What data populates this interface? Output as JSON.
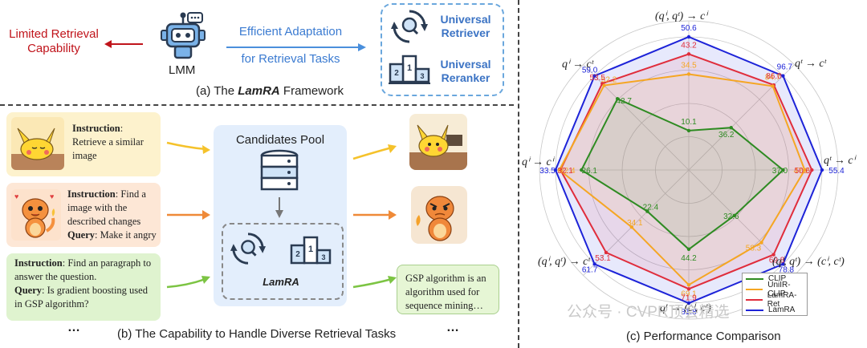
{
  "framework": {
    "limited_retrieval": "Limited Retrieval Capability",
    "lmm_label": "LMM",
    "adaptation_line1": "Efficient Adaptation",
    "adaptation_line2": "for Retrieval Tasks",
    "universal_retriever": "Universal Retriever",
    "universal_reranker": "Universal Reranker",
    "caption_prefix": "(a) The ",
    "caption_name": "LamRA",
    "caption_suffix": " Framework"
  },
  "capability": {
    "task1": {
      "instruction_label": "Instruction",
      "instruction_text": "Retrieve a similar image"
    },
    "task2": {
      "instruction_label": "Instruction",
      "instruction_text": "Find a image with the described changes",
      "query_label": "Query",
      "query_text": "Make it angry"
    },
    "task3": {
      "instruction_label": "Instruction",
      "instruction_text": "Find an paragraph to answer the question.",
      "query_label": "Query",
      "query_text": "Is gradient boosting used in GSP algorithm?"
    },
    "pool_title": "Candidates Pool",
    "lamra_label": "LamRA",
    "gsp_result": "GSP algorithm is an algorithm used for sequence mining…",
    "ellipsis_left": "…",
    "ellipsis_right": "…",
    "caption": "(b) The Capability to Handle Diverse Retrieval Tasks"
  },
  "radar": {
    "caption": "(c) Performance Comparison",
    "axis_top": "(qⁱ, qᵗ) → cⁱ",
    "axis_upper_right": "qᵗ → cᵗ",
    "axis_right": "qᵗ → cⁱ",
    "axis_lower_right": "(qⁱ, qᵗ) → (cⁱ, cᵗ)",
    "axis_bottom": "qᵗ → (cⁱ, cᵗ)",
    "axis_lower_left": "(qⁱ, qᵗ) → cᵗ",
    "axis_left": "qⁱ → cⁱ",
    "axis_upper_left": "qⁱ → cᵗ"
  },
  "chart_data": {
    "type": "radar",
    "axes": [
      "(qⁱ, qᵗ) → cⁱ",
      "qᵗ → cᵗ",
      "qᵗ → cⁱ",
      "(qⁱ, qᵗ) → (cⁱ, cᵗ)",
      "qᵗ → (cⁱ, cᵗ)",
      "(qⁱ, qᵗ) → cᵗ",
      "qⁱ → cⁱ",
      "qⁱ → cᵗ"
    ],
    "series": [
      {
        "name": "CLIP",
        "color": "#2e8b22",
        "values": [
          10.1,
          36.2,
          37.0,
          32.6,
          44.2,
          22.4,
          26.1,
          42.7
        ]
      },
      {
        "name": "UniIR-CLIP",
        "color": "#f5a623",
        "values": [
          34.5,
          84.7,
          47.2,
          58.3,
          69.1,
          34.1,
          32.4,
          52.2
        ]
      },
      {
        "name": "LamRA-Ret",
        "color": "#e02d3c",
        "values": [
          43.2,
          86.0,
          50.6,
          69.8,
          71.9,
          53.1,
          32.1,
          53.5
        ]
      },
      {
        "name": "LamRA",
        "color": "#1d23d8",
        "values": [
          50.6,
          96.7,
          55.4,
          78.8,
          81.8,
          61.7,
          33.5,
          59.0
        ]
      }
    ],
    "legend_position": "bottom-right"
  },
  "watermark": "公众号 · CVPR顶会精选"
}
